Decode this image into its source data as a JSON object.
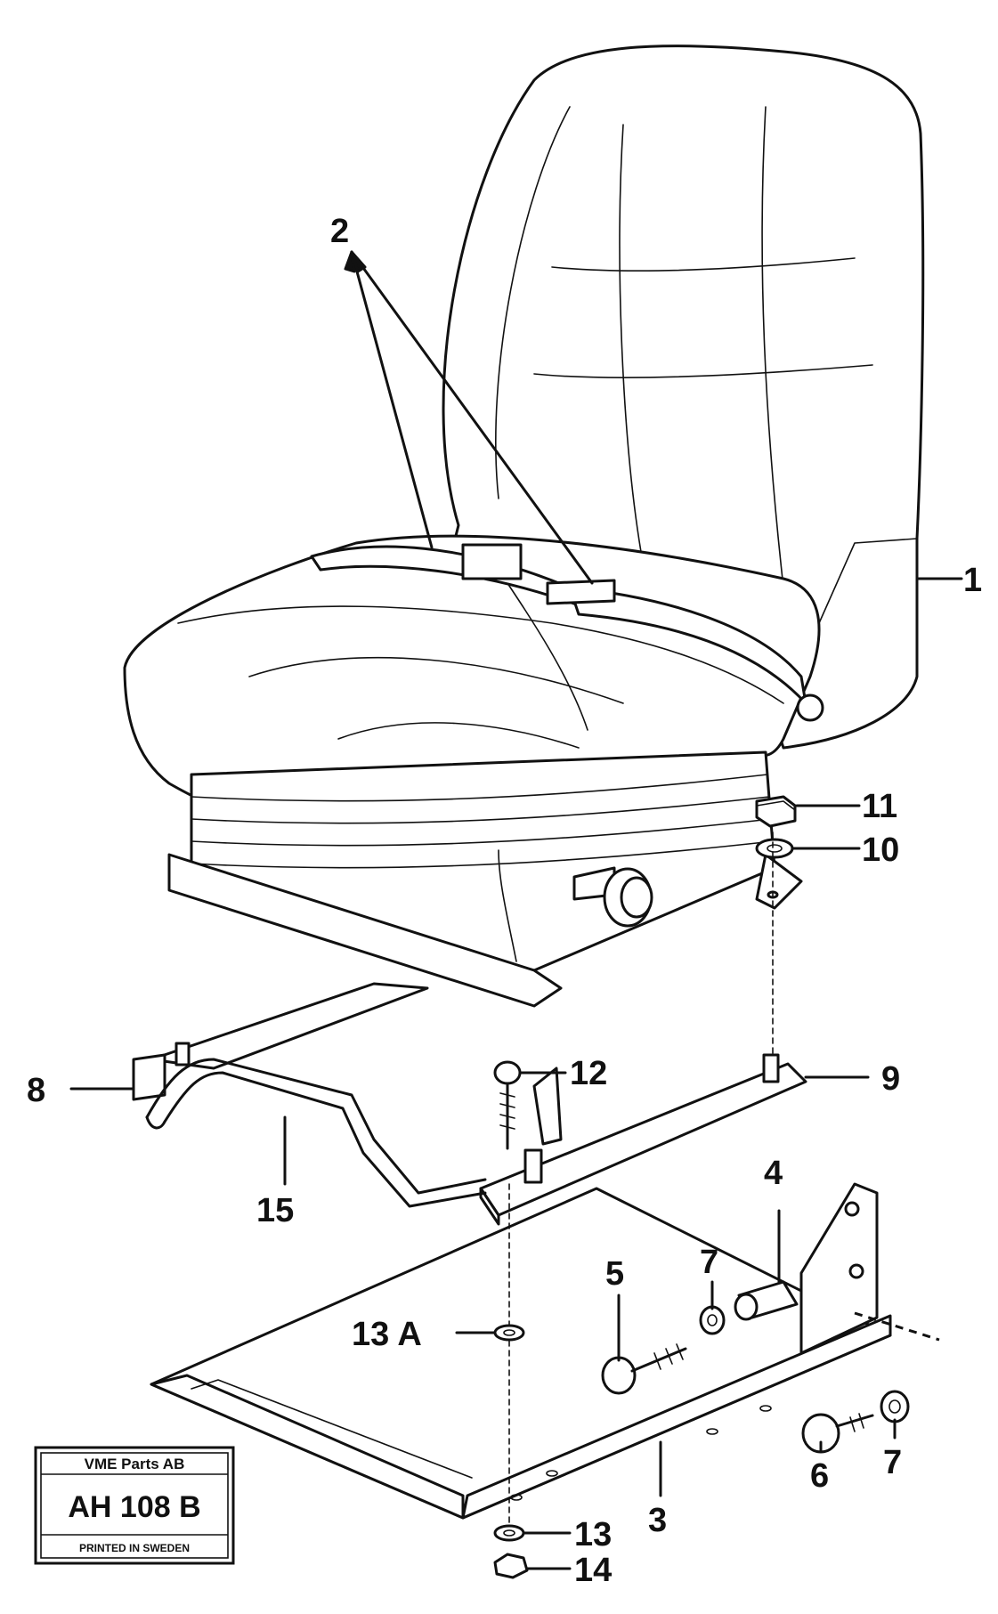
{
  "callouts": [
    {
      "id": "c1",
      "text": "1"
    },
    {
      "id": "c2",
      "text": "2"
    },
    {
      "id": "c3",
      "text": "3"
    },
    {
      "id": "c4",
      "text": "4"
    },
    {
      "id": "c5",
      "text": "5"
    },
    {
      "id": "c6",
      "text": "6"
    },
    {
      "id": "c7a",
      "text": "7"
    },
    {
      "id": "c7b",
      "text": "7"
    },
    {
      "id": "c8",
      "text": "8"
    },
    {
      "id": "c9",
      "text": "9"
    },
    {
      "id": "c10",
      "text": "10"
    },
    {
      "id": "c11",
      "text": "11"
    },
    {
      "id": "c12",
      "text": "12"
    },
    {
      "id": "c13",
      "text": "13"
    },
    {
      "id": "c13a",
      "text": "13 A"
    },
    {
      "id": "c14",
      "text": "14"
    },
    {
      "id": "c15",
      "text": "15"
    }
  ],
  "stamp": {
    "company": "VME Parts AB",
    "code": "AH 108 B",
    "printed": "PRINTED IN SWEDEN"
  }
}
